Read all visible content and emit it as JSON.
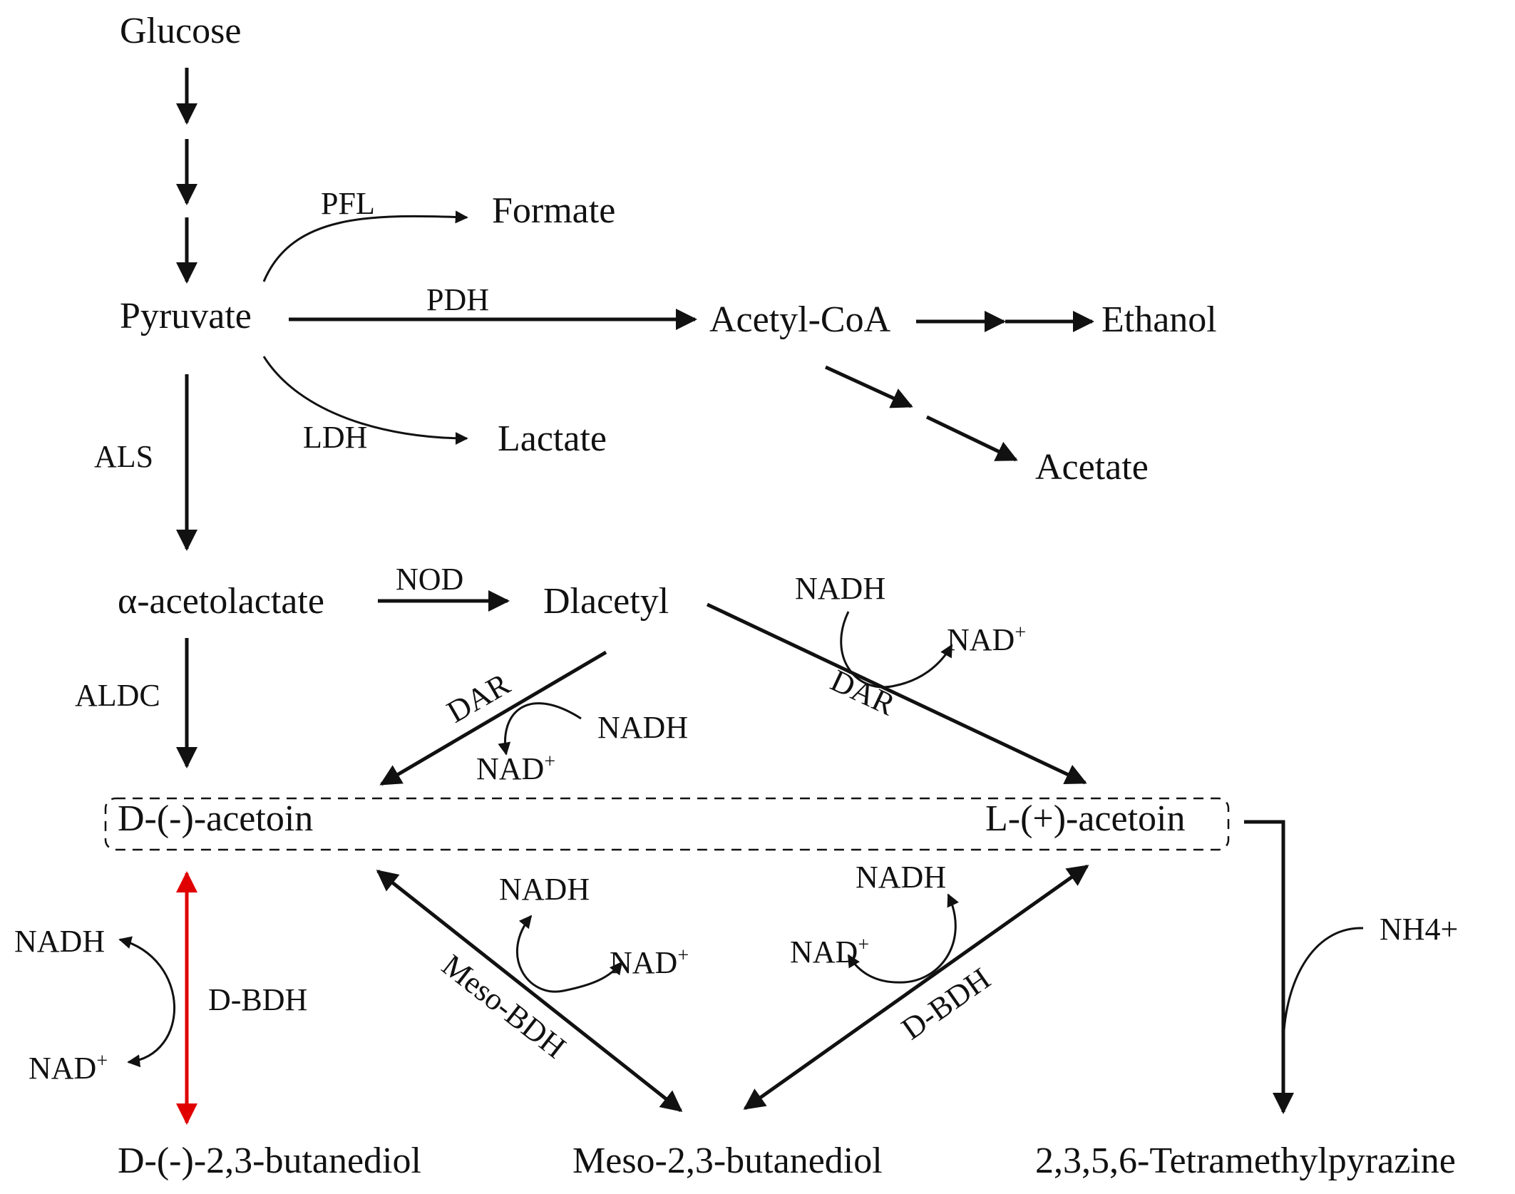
{
  "diagram": {
    "metabolites": {
      "glucose": "Glucose",
      "pyruvate": "Pyruvate",
      "formate": "Formate",
      "acetyl_coa": "Acetyl-CoA",
      "ethanol": "Ethanol",
      "lactate": "Lactate",
      "acetate": "Acetate",
      "acetolactate": "α-acetolactate",
      "diacetyl": "Dlacetyl",
      "d_acetoin": "D-(-)-acetoin",
      "l_acetoin": "L-(+)-acetoin",
      "d_butanediol": "D-(-)-2,3-butanediol",
      "meso_butanediol": "Meso-2,3-butanediol",
      "tmp": "2,3,5,6-Tetramethylpyrazine"
    },
    "enzymes": {
      "pfl": "PFL",
      "pdh": "PDH",
      "ldh": "LDH",
      "als": "ALS",
      "nod": "NOD",
      "aldc": "ALDC",
      "dar_left": "DAR",
      "dar_right": "DAR",
      "d_bdh_left": "D-BDH",
      "meso_bdh": "Meso-BDH",
      "d_bdh_right": "D-BDH"
    },
    "cofactors": {
      "dar_left_nadh": "NADH",
      "dar_left_nad": "NAD",
      "dar_right_nadh": "NADH",
      "dar_right_nad": "NAD",
      "dbdh_left_nadh": "NADH",
      "dbdh_left_nad": "NAD",
      "meso_nadh": "NADH",
      "meso_nad": "NAD",
      "dbdh_right_nadh": "NADH",
      "dbdh_right_nad": "NAD",
      "plus": "+",
      "nh4": "NH4+"
    },
    "colors": {
      "default_arrow": "#111111",
      "highlight_arrow": "#e00000"
    }
  }
}
